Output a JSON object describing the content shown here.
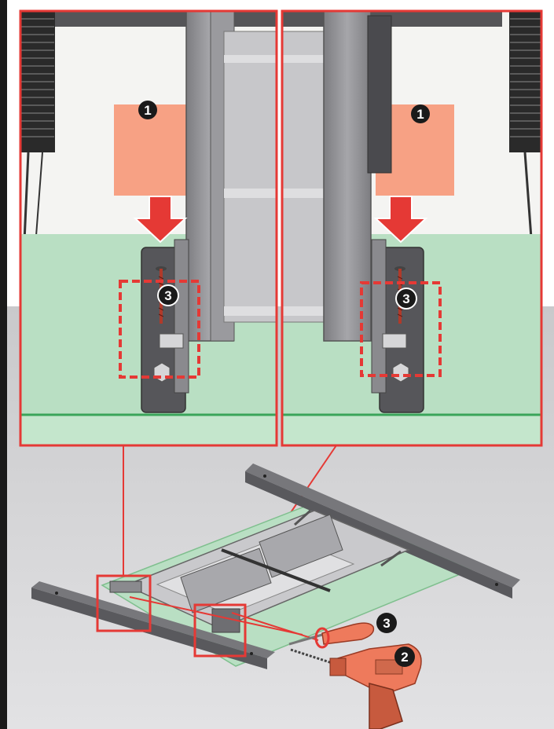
{
  "step_markers": {
    "part_1": "1",
    "drill": "2",
    "screw": "3"
  },
  "colors": {
    "highlight": "#e53935",
    "part_1_block": "#f7a184",
    "glass_top": "#b9dfc3",
    "frame_metal": "#8e8e92",
    "floor": "#d4d4d6",
    "drill_body": "#ee7a5c"
  },
  "icons": {
    "left_panel_arrow": "arrow-down-icon",
    "right_panel_arrow": "arrow-down-icon",
    "drill": "power-drill-icon",
    "screwdriver": "screwdriver-icon"
  }
}
